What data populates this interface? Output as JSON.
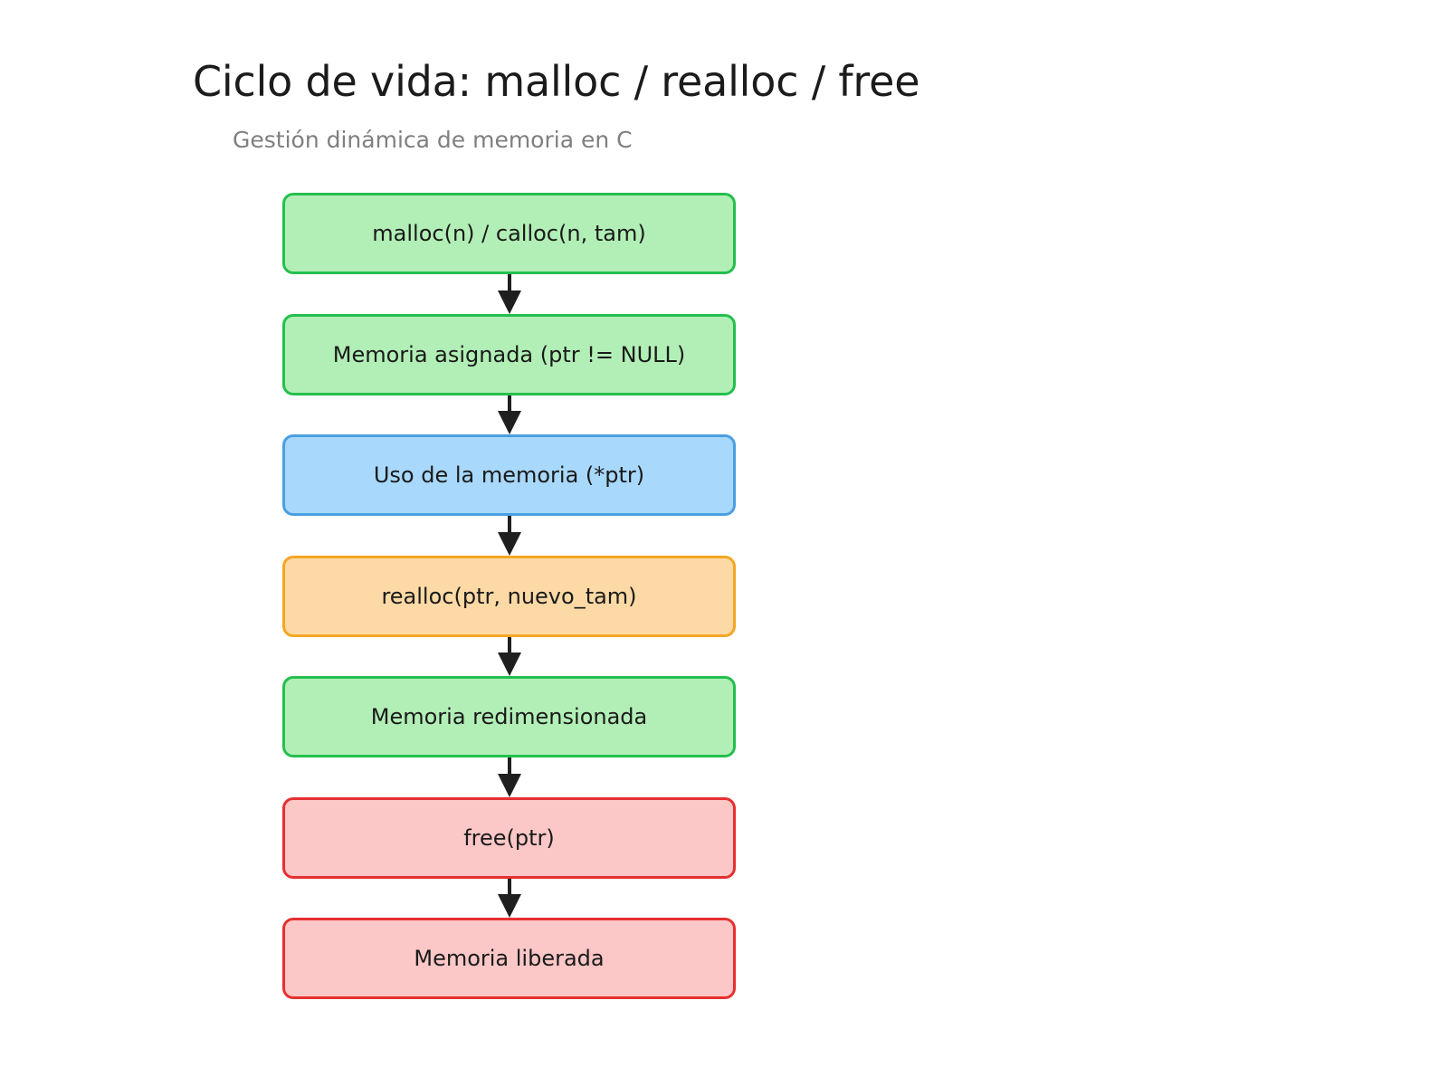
{
  "page": {
    "background_color": "#ffffff",
    "title": "Ciclo de vida: malloc / realloc / free",
    "subtitle": "Gestión dinámica de memoria en C"
  },
  "diagram": {
    "type": "flowchart",
    "direction": "top-down",
    "palette": {
      "green_fill": "#b2efb6",
      "green_stroke": "#24bf4e",
      "blue_fill": "#a8d8fb",
      "blue_stroke": "#4a9fe0",
      "orange_fill": "#fdd9a5",
      "orange_stroke": "#f5a623",
      "red_fill": "#fcc7c7",
      "red_stroke": "#e63030",
      "arrow_color": "#1f1f1f",
      "text_color": "#1a1a1a",
      "subtitle_color": "#7f7f7f"
    },
    "nodes": [
      {
        "id": "n1",
        "label": "malloc(n) / calloc(n, tam)",
        "color": "green"
      },
      {
        "id": "n2",
        "label": "Memoria asignada (ptr != NULL)",
        "color": "green"
      },
      {
        "id": "n3",
        "label": "Uso de la memoria (*ptr)",
        "color": "blue"
      },
      {
        "id": "n4",
        "label": "realloc(ptr, nuevo_tam)",
        "color": "orange"
      },
      {
        "id": "n5",
        "label": "Memoria redimensionada",
        "color": "green"
      },
      {
        "id": "n6",
        "label": "free(ptr)",
        "color": "red"
      },
      {
        "id": "n7",
        "label": "Memoria liberada",
        "color": "red"
      }
    ],
    "edges": [
      {
        "from": "n1",
        "to": "n2"
      },
      {
        "from": "n2",
        "to": "n3"
      },
      {
        "from": "n3",
        "to": "n4"
      },
      {
        "from": "n4",
        "to": "n5"
      },
      {
        "from": "n5",
        "to": "n6"
      },
      {
        "from": "n6",
        "to": "n7"
      }
    ]
  }
}
